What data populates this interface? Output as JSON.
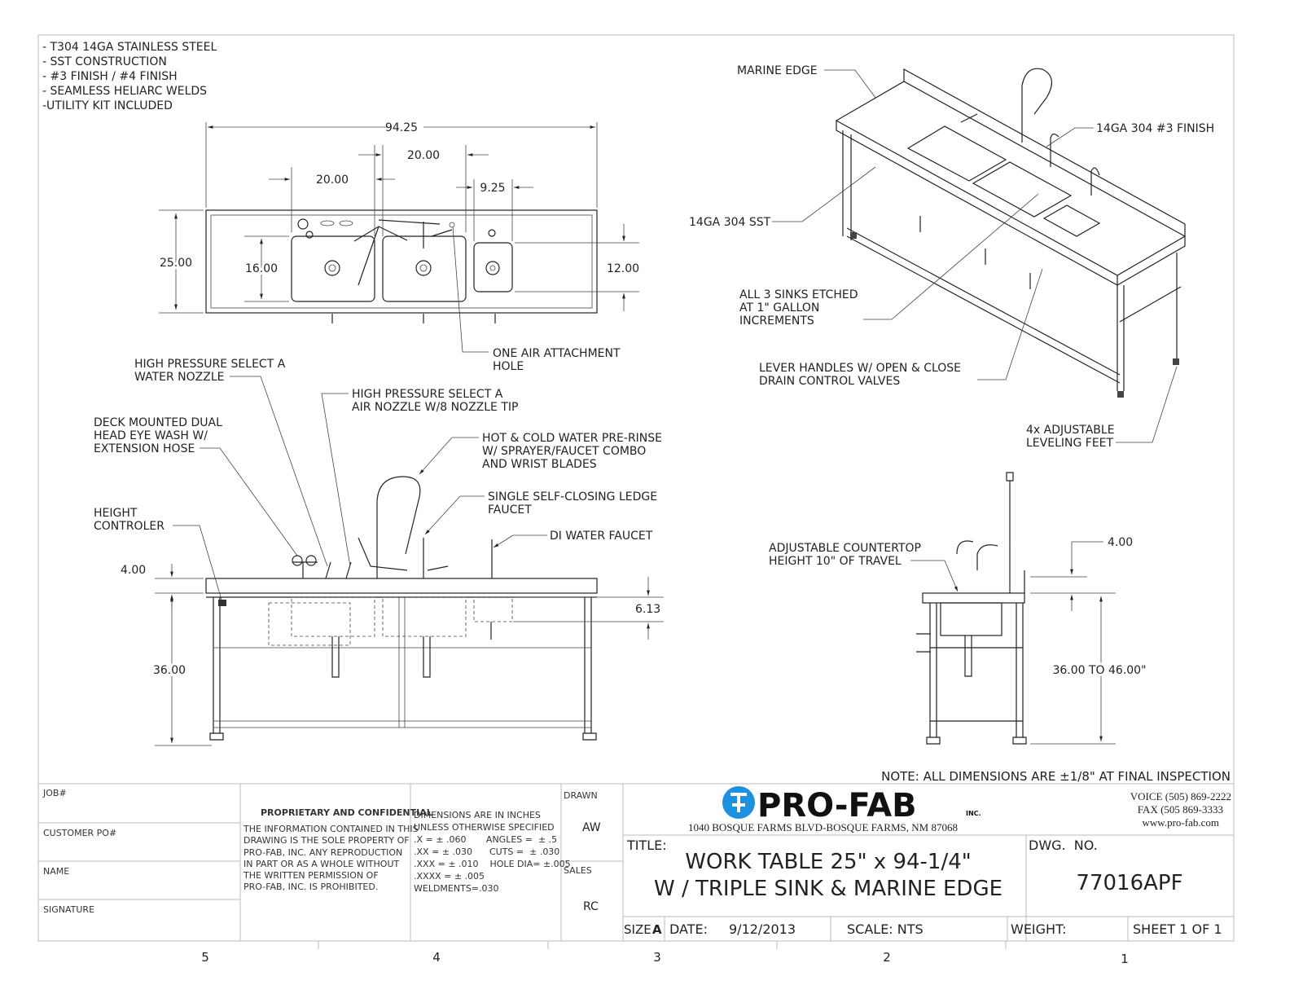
{
  "notes": [
    "- T304 14GA STAINLESS STEEL",
    "- SST CONSTRUCTION",
    "- #3 FINISH / #4 FINISH",
    "- SEAMLESS HELIARC WELDS",
    "-UTILITY KIT INCLUDED"
  ],
  "top_view": {
    "overall_width": "94.25",
    "sink1_width": "20.00",
    "sink2_width": "20.00",
    "sink3_width": "9.25",
    "depth": "25.00",
    "sink_depth": "16.00",
    "small_sink_depth": "12.00",
    "air_hole": [
      "ONE AIR ATTACHMENT",
      "HOLE"
    ]
  },
  "front_view": {
    "callouts": {
      "water_nozzle": [
        "HIGH PRESSURE SELECT A",
        "WATER NOZZLE"
      ],
      "air_nozzle": [
        "HIGH PRESSURE SELECT A",
        "AIR NOZZLE W/8 NOZZLE TIP"
      ],
      "eye_wash": [
        "DECK MOUNTED DUAL",
        "HEAD EYE WASH W/",
        "EXTENSION HOSE"
      ],
      "pre_rinse": [
        "HOT & COLD WATER PRE-RINSE",
        "W/ SPRAYER/FAUCET COMBO",
        "AND WRIST BLADES"
      ],
      "ledge_faucet": [
        "SINGLE SELF-CLOSING LEDGE",
        "FAUCET"
      ],
      "height_controller": [
        "HEIGHT",
        "CONTROLER"
      ],
      "di_faucet": "DI WATER FAUCET"
    },
    "dims": {
      "backsplash": "4.00",
      "sink_depth": "6.13",
      "height": "36.00"
    }
  },
  "iso_view": {
    "marine_edge": "MARINE EDGE",
    "finish": "14GA 304 #3 FINISH",
    "sst": "14GA 304 SST",
    "etched": [
      "ALL 3 SINKS ETCHED",
      "AT 1\" GALLON",
      "INCREMENTS"
    ],
    "lever": [
      "LEVER HANDLES W/ OPEN & CLOSE",
      "DRAIN CONTROL VALVES"
    ],
    "feet": [
      "4x ADJUSTABLE",
      "LEVELING FEET"
    ]
  },
  "side_view": {
    "adjustable": [
      "ADJUSTABLE COUNTERTOP",
      "HEIGHT  10\" OF TRAVEL"
    ],
    "backsplash": "4.00",
    "height": "36.00 TO 46.00\""
  },
  "inspection_note": "NOTE: ALL DIMENSIONS ARE ±1/8\" AT FINAL INSPECTION",
  "title_block": {
    "job": "JOB#",
    "customer_po": "CUSTOMER PO#",
    "name": "NAME",
    "signature": "SIGNATURE",
    "proprietary_title": "PROPRIETARY AND CONFIDENTIAL",
    "proprietary_text": [
      "THE INFORMATION CONTAINED IN THIS",
      "DRAWING IS THE SOLE PROPERTY OF",
      "PRO-FAB, INC.  ANY REPRODUCTION",
      "IN PART OR AS A WHOLE WITHOUT",
      "THE WRITTEN PERMISSION OF",
      "PRO-FAB, INC. IS PROHIBITED."
    ],
    "tolerances": [
      "DIMENSIONS ARE IN INCHES",
      "UNLESS OTHERWISE SPECIFIED",
      ".X = ± .060       ANGLES =  ± .5",
      ".XX = ± .030      CUTS =  ± .030",
      ".XXX = ± .010    HOLE DIA= ±.005",
      ".XXXX = ± .005",
      "WELDMENTS=.030"
    ],
    "drawn_label": "DRAWN",
    "drawn_by": "AW",
    "sales_label": "SALES",
    "sales_by": "RC",
    "company": "PRO-FAB",
    "company_suffix": "INC.",
    "address": "1040 BOSQUE FARMS BLVD-BOSQUE FARMS, NM 87068",
    "voice": "VOICE (505) 869-2222",
    "fax": "FAX (505 869-3333",
    "web": "www.pro-fab.com",
    "title_label": "TITLE:",
    "title": [
      "WORK TABLE 25\" x 94-1/4\"",
      "W / TRIPLE SINK & MARINE EDGE"
    ],
    "dwg_label": "DWG.  NO.",
    "dwg_no": "77016APF",
    "size_label": "SIZE",
    "size": "A",
    "date_label": "DATE:",
    "date": "9/12/2013",
    "scale": "SCALE: NTS",
    "weight": "WEIGHT:",
    "sheet": "SHEET 1 OF 1",
    "logo_color": "#1e90e0"
  },
  "zones": [
    "5",
    "4",
    "3",
    "2",
    "1"
  ]
}
